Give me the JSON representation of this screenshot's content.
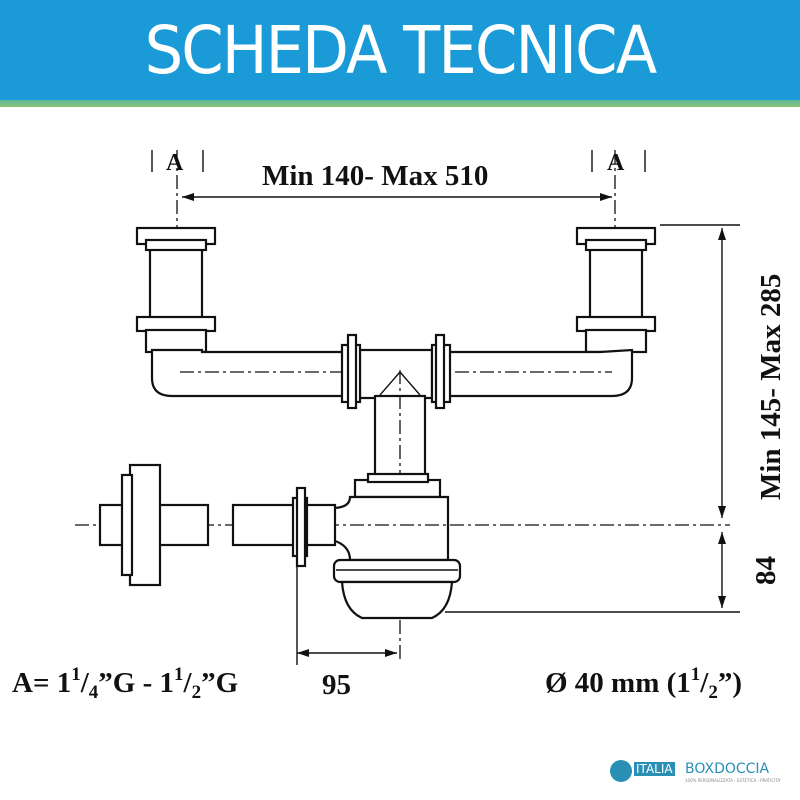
{
  "header": {
    "title": "SCHEDA TECNICA"
  },
  "drawing": {
    "label_a_left": "A",
    "label_a_right": "A",
    "width_range": "Min 140- Max 510",
    "height_range": "Min 145- Max 285",
    "trap_height": "84",
    "outlet_offset": "95",
    "thread_spec": {
      "prefix": "A= 1",
      "n1": "1",
      "d1": "4",
      "mid": "”G - 1",
      "n2": "1",
      "d2": "2",
      "suffix": "”G"
    },
    "diameter_spec": {
      "prefix": "Ø 40 mm (1",
      "n": "1",
      "d": "2",
      "suffix": "”)"
    }
  },
  "logo": {
    "brand_a": "ITALIA",
    "brand_b": "BOXDOCCIA",
    "tagline": "100% PERSONALIZZATA - ESTETICA - PRATICITA'"
  },
  "colors": {
    "header": "#1a9bd7",
    "strip": "#8cc27a",
    "logo": "#2a8fb5"
  }
}
